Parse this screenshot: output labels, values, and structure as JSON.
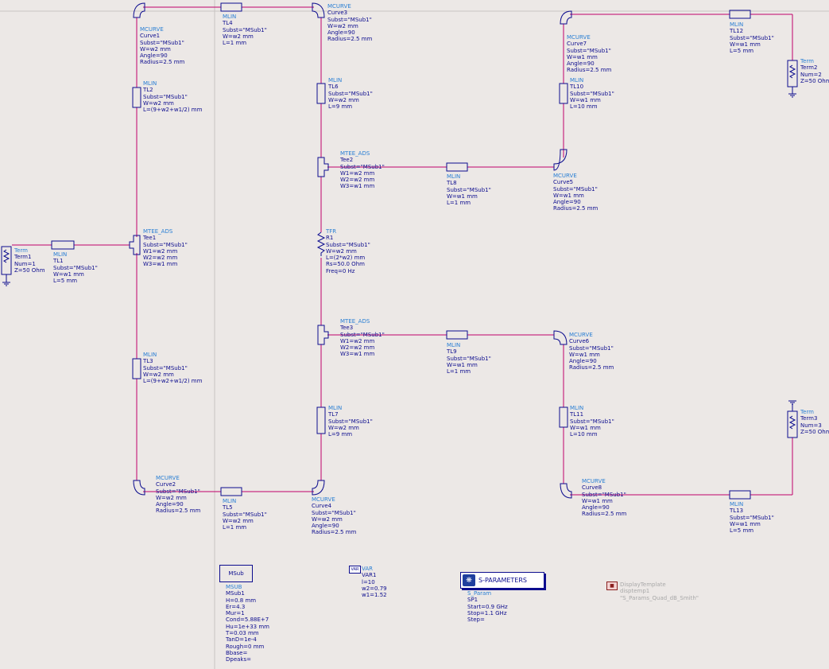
{
  "components": {
    "term1": {
      "type": "Term",
      "lines": [
        "Term1",
        "Num=1",
        "Z=50 Ohm"
      ]
    },
    "tl1": {
      "type": "MLIN",
      "lines": [
        "TL1",
        "Subst=\"MSub1\"",
        "W=w1 mm",
        "L=5 mm"
      ]
    },
    "tee1": {
      "type": "MTEE_ADS",
      "lines": [
        "Tee1",
        "Subst=\"MSub1\"",
        "W1=w2 mm",
        "W2=w2 mm",
        "W3=w1 mm"
      ]
    },
    "curve1": {
      "type": "MCURVE",
      "lines": [
        "Curve1",
        "Subst=\"MSub1\"",
        "W=w2 mm",
        "Angle=90",
        "Radius=2.5 mm"
      ]
    },
    "tl2": {
      "type": "MLIN",
      "lines": [
        "TL2",
        "Subst=\"MSub1\"",
        "W=w2 mm",
        "L=(9+w2+w1/2) mm"
      ]
    },
    "tl3": {
      "type": "MLIN",
      "lines": [
        "TL3",
        "Subst=\"MSub1\"",
        "W=w2 mm",
        "L=(9+w2+w1/2) mm"
      ]
    },
    "curve2": {
      "type": "MCURVE",
      "lines": [
        "Curve2",
        "Subst=\"MSub1\"",
        "W=w2 mm",
        "Angle=90",
        "Radius=2.5 mm"
      ]
    },
    "tl4": {
      "type": "MLIN",
      "lines": [
        "TL4",
        "Subst=\"MSub1\"",
        "W=w2 mm",
        "L=1 mm"
      ]
    },
    "tl5": {
      "type": "MLIN",
      "lines": [
        "TL5",
        "Subst=\"MSub1\"",
        "W=w2 mm",
        "L=1 mm"
      ]
    },
    "curve3": {
      "type": "MCURVE",
      "lines": [
        "Curve3",
        "Subst=\"MSub1\"",
        "W=w2 mm",
        "Angle=90",
        "Radius=2.5 mm"
      ]
    },
    "tl6": {
      "type": "MLIN",
      "lines": [
        "TL6",
        "Subst=\"MSub1\"",
        "W=w2 mm",
        "L=9 mm"
      ]
    },
    "tee2": {
      "type": "MTEE_ADS",
      "lines": [
        "Tee2",
        "Subst=\"MSub1\"",
        "W1=w2 mm",
        "W2=w2 mm",
        "W3=w1 mm"
      ]
    },
    "r1": {
      "type": "TFR",
      "lines": [
        "R1",
        "Subst=\"MSub1\"",
        "W=w2 mm",
        "L=(2*w2) mm",
        "Rs=50.0 Ohm",
        "Freq=0 Hz"
      ]
    },
    "tee3": {
      "type": "MTEE_ADS",
      "lines": [
        "Tee3",
        "Subst=\"MSub1\"",
        "W1=w2 mm",
        "W2=w2 mm",
        "W3=w1 mm"
      ]
    },
    "tl7": {
      "type": "MLIN",
      "lines": [
        "TL7",
        "Subst=\"MSub1\"",
        "W=w2 mm",
        "L=9 mm"
      ]
    },
    "curve4": {
      "type": "MCURVE",
      "lines": [
        "Curve4",
        "Subst=\"MSub1\"",
        "W=w2 mm",
        "Angle=90",
        "Radius=2.5 mm"
      ]
    },
    "tl8": {
      "type": "MLIN",
      "lines": [
        "TL8",
        "Subst=\"MSub1\"",
        "W=w1 mm",
        "L=1 mm"
      ]
    },
    "tl9": {
      "type": "MLIN",
      "lines": [
        "TL9",
        "Subst=\"MSub1\"",
        "W=w1 mm",
        "L=1 mm"
      ]
    },
    "curve5": {
      "type": "MCURVE",
      "lines": [
        "Curve5",
        "Subst=\"MSub1\"",
        "W=w1 mm",
        "Angle=90",
        "Radius=2.5 mm"
      ]
    },
    "curve6": {
      "type": "MCURVE",
      "lines": [
        "Curve6",
        "Subst=\"MSub1\"",
        "W=w1 mm",
        "Angle=90",
        "Radius=2.5 mm"
      ]
    },
    "curve7": {
      "type": "MCURVE",
      "lines": [
        "Curve7",
        "Subst=\"MSub1\"",
        "W=w1 mm",
        "Angle=90",
        "Radius=2.5 mm"
      ]
    },
    "tl10": {
      "type": "MLIN",
      "lines": [
        "TL10",
        "Subst=\"MSub1\"",
        "W=w1 mm",
        "L=10 mm"
      ]
    },
    "tl11": {
      "type": "MLIN",
      "lines": [
        "TL11",
        "Subst=\"MSub1\"",
        "W=w1 mm",
        "L=10 mm"
      ]
    },
    "curve8": {
      "type": "MCURVE",
      "lines": [
        "Curve8",
        "Subst=\"MSub1\"",
        "W=w1 mm",
        "Angle=90",
        "Radius=2.5 mm"
      ]
    },
    "tl12": {
      "type": "MLIN",
      "lines": [
        "TL12",
        "Subst=\"MSub1\"",
        "W=w1 mm",
        "L=5 mm"
      ]
    },
    "tl13": {
      "type": "MLIN",
      "lines": [
        "TL13",
        "Subst=\"MSub1\"",
        "W=w1 mm",
        "L=5 mm"
      ]
    },
    "term2": {
      "type": "Term",
      "lines": [
        "Term2",
        "Num=2",
        "Z=50 Ohm"
      ]
    },
    "term3": {
      "type": "Term",
      "lines": [
        "Term3",
        "Num=3",
        "Z=50 Ohm"
      ]
    },
    "msub1": {
      "type": "MSUB",
      "box": "MSub",
      "lines": [
        "MSub1",
        "H=0.8 mm",
        "Er=4.3",
        "Mur=1",
        "Cond=5.88E+7",
        "Hu=1e+33 mm",
        "T=0.03 mm",
        "TanD=1e-4",
        "Rough=0 mm",
        "Bbase=",
        "Dpeaks="
      ]
    },
    "var1": {
      "type": "VAR",
      "icon": "VAR",
      "lines": [
        "VAR1",
        "l=10",
        "w2=0.79",
        "w1=1.52"
      ]
    },
    "sparam": {
      "type": "S_Param",
      "box": "S-PARAMETERS",
      "lines": [
        "SP1",
        "Start=0.9 GHz",
        "Stop=1.1 GHz",
        "Step="
      ]
    },
    "display": {
      "type": "DisplayTemplate",
      "lines": [
        "disptemp1",
        "\"S_Params_Quad_dB_Smith\""
      ]
    }
  },
  "colors": {
    "background": "#ece8e6",
    "wire": "#c0006a",
    "part": "#0c0c8e",
    "type_label": "#2a7fd4",
    "divider": "#c8c4c2"
  }
}
